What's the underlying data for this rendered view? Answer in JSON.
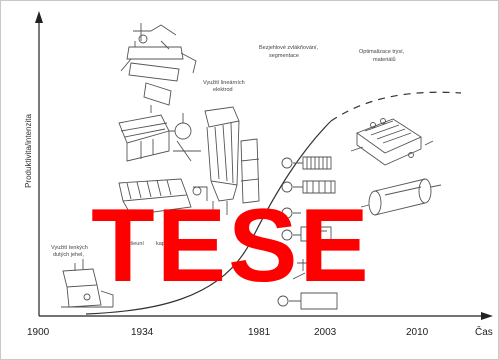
{
  "diagram": {
    "y_axis_label": "Produktivita/intenzita",
    "x_axis_end_label": "Čas",
    "years": [
      "1900",
      "1934",
      "1981",
      "2003",
      "2010"
    ],
    "annotations": {
      "early": "Využití tenkých dutých jehel",
      "mid_left": "vyšeuní",
      "mid_right": "kapilár",
      "linear": "Využití lineárních elektrod",
      "segment": "Bezjehlové zvlákňování, segmentace",
      "optim": "Optimalizace trysí, materiálů"
    },
    "overlay_text": "TESE",
    "colors": {
      "overlay": "#ff0000",
      "axis": "#222222",
      "curve": "#222222"
    }
  }
}
